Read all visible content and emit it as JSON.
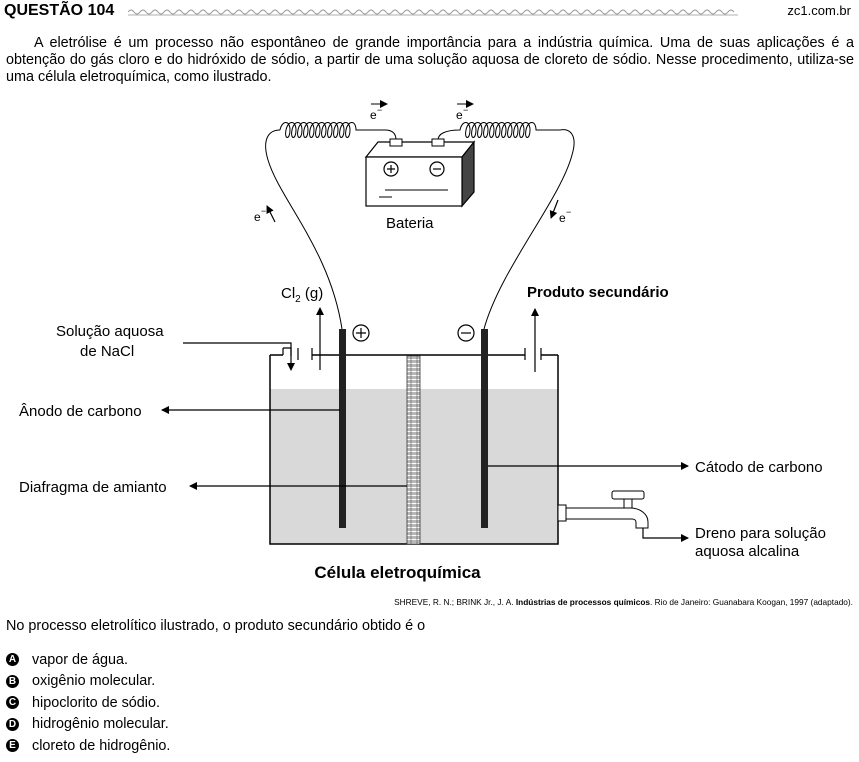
{
  "header": {
    "title": "QUESTÃO 104",
    "site": "zc1.com.br"
  },
  "intro": {
    "text": "A eletrólise é um processo não espontâneo de grande importância para a indústria química. Uma de suas aplicações é a obtenção do gás cloro e do hidróxido de sódio, a partir de uma solução aquosa de cloreto de sódio. Nesse procedimento, utiliza-se uma célula eletroquímica, como ilustrado."
  },
  "figure": {
    "electron": "e",
    "minus_sup": "−",
    "plus_symbol": "+",
    "minus_symbol": "−",
    "battery": "Bateria",
    "cl2_prefix": "Cl",
    "cl2_sub": "2",
    "cl2_suffix": " (g)",
    "secondary_product": "Produto secundário",
    "solution_line1": "Solução aquosa",
    "solution_line2": "de NaCl",
    "anode": "Ânodo de carbono",
    "diaphragm": "Diafragma de amianto",
    "cathode": "Cátodo de carbono",
    "drain_line1": "Dreno para solução",
    "drain_line2": "aquosa alcalina",
    "caption": "Célula eletroquímica"
  },
  "source": {
    "authors": "SHREVE, R. N.; BRINK Jr., J. A. ",
    "book": "Indústrias de processos químicos",
    "rest": ". Rio de Janeiro: Guanabara Koogan, 1997 (adaptado)."
  },
  "question": "No processo eletrolítico ilustrado, o produto secundário obtido é o",
  "options": [
    {
      "letter": "A",
      "text": "vapor de água."
    },
    {
      "letter": "B",
      "text": "oxigênio molecular."
    },
    {
      "letter": "C",
      "text": "hipoclorito de sódio."
    },
    {
      "letter": "D",
      "text": "hidrogênio molecular."
    },
    {
      "letter": "E",
      "text": "cloreto de hidrogênio."
    }
  ],
  "colors": {
    "solution": "#d9d9d9",
    "header_wave": "#9a9a9a"
  }
}
